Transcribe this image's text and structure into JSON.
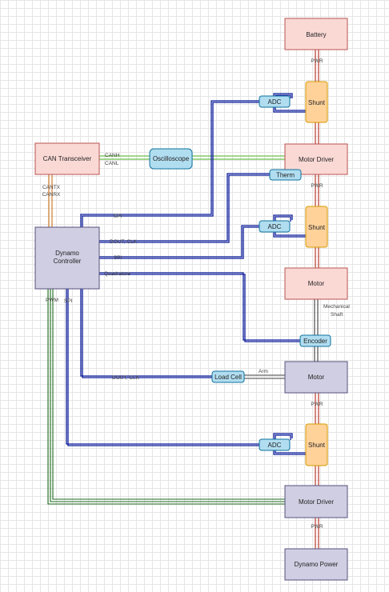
{
  "colors": {
    "red_block": "#fad9d5",
    "red_border": "#b85450",
    "purple_block": "#d0cee2",
    "purple_border": "#56517e",
    "orange_block": "#ffd29a",
    "orange_border": "#d79b00",
    "blue_block": "#b1ddf0",
    "blue_border": "#10739e",
    "bus_blue": "#0b1b9a",
    "power_red": "#b83a2a",
    "can_green": "#6bbf4a",
    "can_orange": "#d07a2a",
    "shaft_gray": "#666666",
    "pwm_green": "#1d6a1d"
  },
  "blocks": {
    "battery": "Battery",
    "can_transceiver": "CAN Transceiver",
    "oscilloscope": "Oscilloscope",
    "motor_driver_top": "Motor Driver",
    "therm": "Therm",
    "adc_1": "ADC",
    "shunt_1": "Shunt",
    "adc_2": "ADC",
    "shunt_2": "Shunt",
    "dynamo_controller_line1": "Dynamo",
    "dynamo_controller_line2": "Controller",
    "motor_top": "Motor",
    "encoder": "Encoder",
    "load_cell": "Load Cell",
    "motor_bottom": "Motor",
    "adc_3": "ADC",
    "shunt_3": "Shunt",
    "motor_driver_bottom": "Motor Driver",
    "dynamo_power": "Dynamo Power"
  },
  "edge_labels": {
    "pwr_1": "PWR",
    "pwr_2": "PWR",
    "pwr_3": "PWR",
    "pwr_4": "PWR",
    "canh": "CANH",
    "canl": "CANL",
    "cantx": "CANTX",
    "canrx": "CANRX",
    "spi_1": "SPI",
    "dout_clk_1": "DOUT, CLK",
    "spi_2": "SPI",
    "quadrature": "Quadrature",
    "pwm": "PWM",
    "spi_3": "SPI",
    "dout_clk_2": "DOUT, CLK",
    "arm": "Arm",
    "mechanical": "Mechanical",
    "shaft": "Shaft"
  }
}
